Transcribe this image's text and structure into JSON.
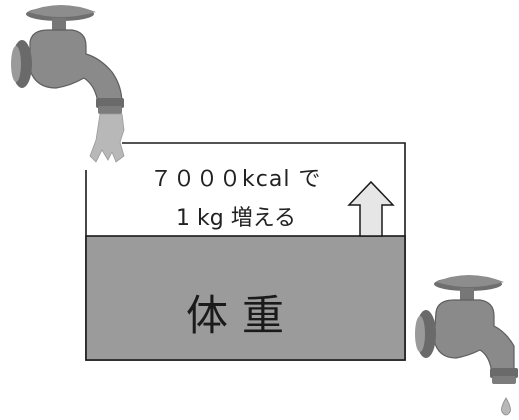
{
  "diagram": {
    "gain_text_line1": "７０００kcal で",
    "gain_text_line2": "1 kg 増える",
    "weight_label": "体重"
  },
  "colors": {
    "weight_fill": "#9b9b9b",
    "outline": "#1a1a1a",
    "arrow_fill": "#e6e6e6",
    "faucet_body": "#8a8a8a",
    "faucet_dark": "#5e5e5e",
    "water": "#b8b8b8"
  },
  "icons": [
    "faucet-icon",
    "water-stream-icon",
    "up-arrow-icon",
    "water-drop-icon"
  ]
}
